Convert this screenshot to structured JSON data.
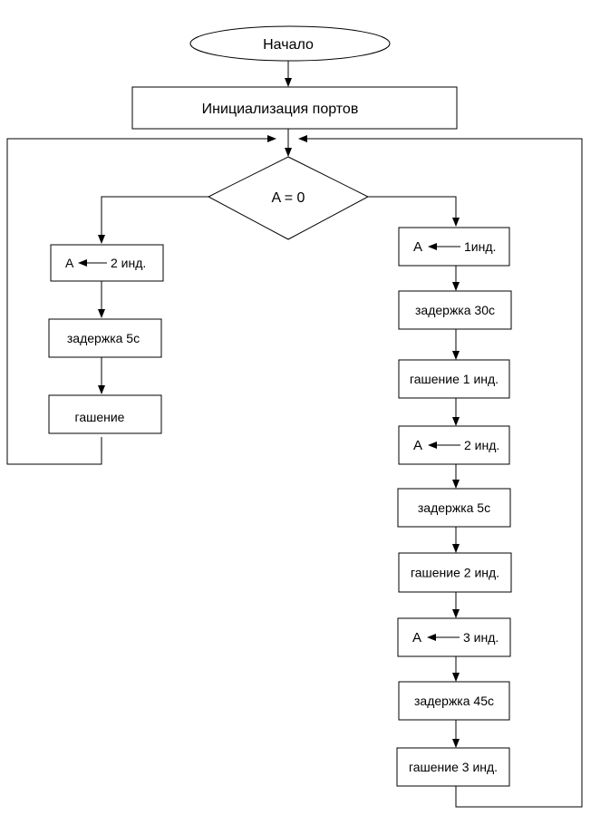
{
  "start": "Начало",
  "init": "Инициализация портов",
  "decision": "A = 0",
  "left": {
    "assign_var": "A",
    "assign_value": "2 инд.",
    "delay": "задержка 5с",
    "off": "гашение"
  },
  "right": {
    "steps": [
      {
        "var": "A",
        "value": "1инд."
      },
      {
        "text": "задержка 30с"
      },
      {
        "text": "гашение 1 инд."
      },
      {
        "var": "A",
        "value": "2 инд."
      },
      {
        "text": "задержка 5с"
      },
      {
        "text": "гашение 2 инд."
      },
      {
        "var": "A",
        "value": "3 инд."
      },
      {
        "text": "задержка 45с"
      },
      {
        "text": "гашение 3 инд."
      }
    ]
  }
}
